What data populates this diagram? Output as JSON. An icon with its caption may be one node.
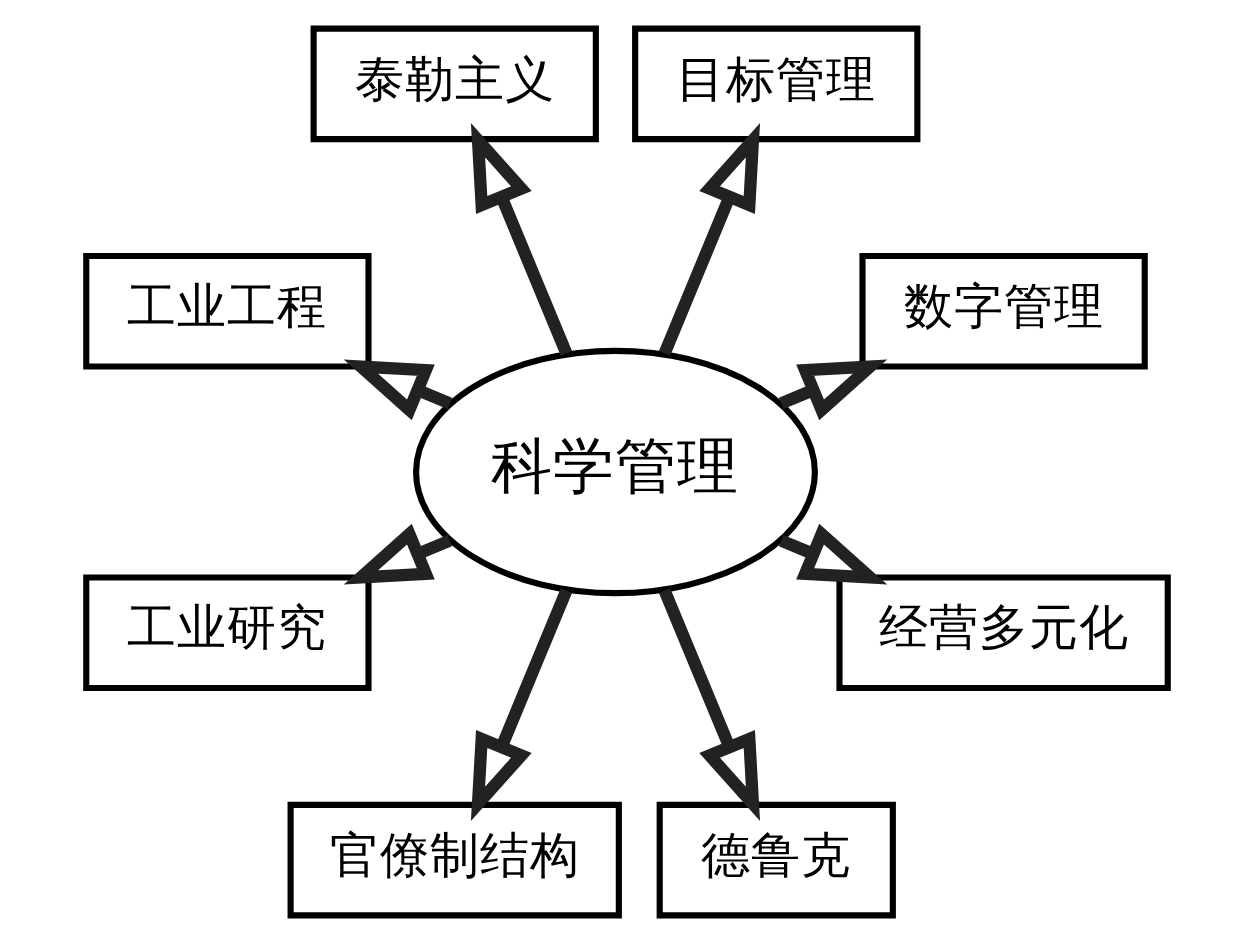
{
  "diagram": {
    "nodes": [
      {
        "text": [
          "科学管理"
        ]
      },
      {
        "text": [
          "数字管理"
        ]
      },
      {
        "text": [
          "目标管理"
        ]
      },
      {
        "text": [
          "泰勒主义"
        ]
      },
      {
        "text": [
          "工业工程"
        ]
      },
      {
        "text": [
          "工业研究"
        ]
      },
      {
        "text": [
          "官僚制结构"
        ]
      },
      {
        "text": [
          "德鲁克"
        ]
      },
      {
        "text": [
          "经营多元化"
        ]
      }
    ],
    "edges": [
      {
        "from": 0,
        "to": 1,
        "arrow": "to"
      },
      {
        "from": 0,
        "to": 2,
        "arrow": "to"
      },
      {
        "from": 0,
        "to": 3,
        "arrow": "to"
      },
      {
        "from": 0,
        "to": 4,
        "arrow": "to"
      },
      {
        "from": 0,
        "to": 5,
        "arrow": "to"
      },
      {
        "from": 0,
        "to": 6,
        "arrow": "to"
      },
      {
        "from": 0,
        "to": 7,
        "arrow": "to"
      },
      {
        "from": 0,
        "to": 8,
        "arrow": "to"
      }
    ]
  }
}
